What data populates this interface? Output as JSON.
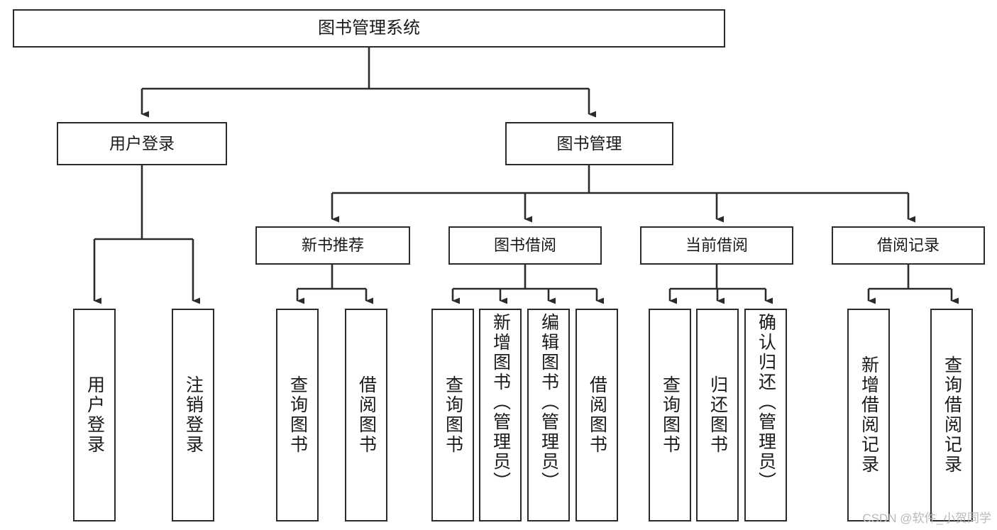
{
  "diagram": {
    "title": "图书管理系统",
    "type": "tree-functional-structure",
    "watermark": "CSDN @软件_小贺同学",
    "colors": {
      "stroke": "#2b2b2b",
      "fill": "#ffffff",
      "text": "#1a1a1a",
      "watermark": "#b9b9b9"
    },
    "root": {
      "label": "图书管理系统"
    },
    "level1": [
      {
        "label": "用户登录"
      },
      {
        "label": "图书管理"
      }
    ],
    "level2": [
      {
        "label": "新书推荐"
      },
      {
        "label": "图书借阅"
      },
      {
        "label": "当前借阅"
      },
      {
        "label": "借阅记录"
      }
    ],
    "leaves": {
      "user_login": [
        {
          "label": "用户登录"
        },
        {
          "label": "注销登录"
        }
      ],
      "new_book_recommend": [
        {
          "label": "查询图书"
        },
        {
          "label": "借阅图书"
        }
      ],
      "book_borrow": [
        {
          "label": "查询图书"
        },
        {
          "label": "新增图书（管理员）"
        },
        {
          "label": "编辑图书（管理员）"
        },
        {
          "label": "借阅图书"
        }
      ],
      "current_borrow": [
        {
          "label": "查询图书"
        },
        {
          "label": "归还图书"
        },
        {
          "label": "确认归还（管理员）"
        }
      ],
      "borrow_records": [
        {
          "label": "新增借阅记录"
        },
        {
          "label": "查询借阅记录"
        }
      ]
    }
  }
}
